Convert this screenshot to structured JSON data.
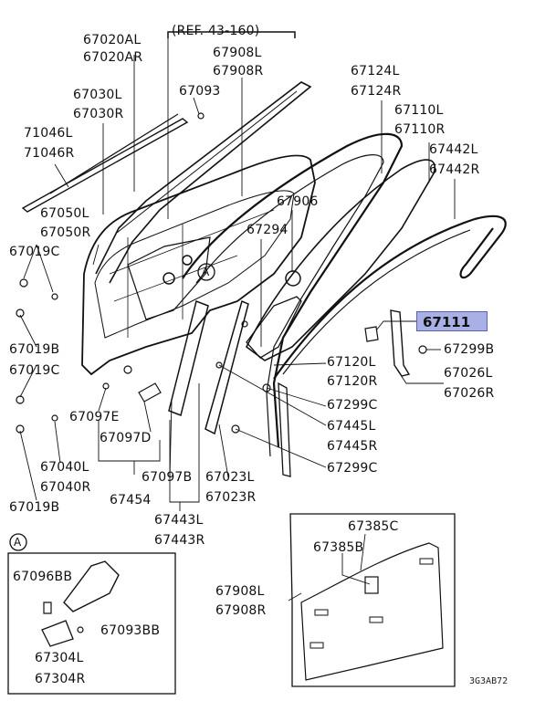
{
  "labels": {
    "ref": "(REF. 43-160)",
    "p67020al": "67020AL",
    "p67020ar": "67020AR",
    "p67908l_top": "67908L",
    "p67908r_top": "67908R",
    "p67030l": "67030L",
    "p67030r": "67030R",
    "p67093": "67093",
    "p71046l": "71046L",
    "p71046r": "71046R",
    "p67124l": "67124L",
    "p67124r": "67124R",
    "p67110l": "67110L",
    "p67110r": "67110R",
    "p67442l": "67442L",
    "p67442r": "67442R",
    "p67906": "67906",
    "p67050l": "67050L",
    "p67050r": "67050R",
    "p67294": "67294",
    "p67019c_1": "67019C",
    "p67111": "67111",
    "p67299b": "67299B",
    "p67019b_1": "67019B",
    "p67019c_2": "67019C",
    "p67120l": "67120L",
    "p67120r": "67120R",
    "p67026l": "67026L",
    "p67026r": "67026R",
    "p67299c_1": "67299C",
    "p67097e": "67097E",
    "p67445l": "67445L",
    "p67445r": "67445R",
    "p67097d": "67097D",
    "p67299c_2": "67299C",
    "p67040l": "67040L",
    "p67040r": "67040R",
    "p67097b": "67097B",
    "p67023l": "67023L",
    "p67023r": "67023R",
    "p67019b_2": "67019B",
    "p67454": "67454",
    "p67443l": "67443L",
    "p67443r": "67443R",
    "p67385c": "67385C",
    "p67385b": "67385B",
    "p67908l_bot": "67908L",
    "p67908r_bot": "67908R",
    "p67096bb": "67096BB",
    "p67093bb": "67093BB",
    "p67304l": "67304L",
    "p67304r": "67304R",
    "inset_a_top": "A",
    "inset_a_box": "A",
    "figure_code": "3G3AB72"
  },
  "highlight_color": "#a9b0e6"
}
